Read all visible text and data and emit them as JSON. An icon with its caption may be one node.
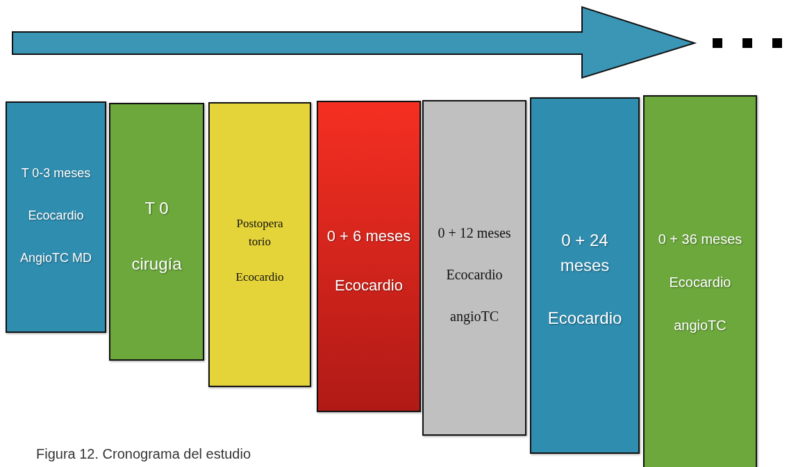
{
  "diagram": {
    "caption": "Figura 12. Cronograma del estudio",
    "nodes": [
      {
        "text": [
          "T 0-3 meses",
          "Ecocardio",
          "AngioTC MD"
        ]
      },
      {
        "text": [
          "T 0",
          "cirugía"
        ]
      },
      {
        "text": [
          "Postopera torio",
          "Ecocardio"
        ]
      },
      {
        "text": [
          "0 + 6 meses",
          "Ecocardio"
        ]
      },
      {
        "text": [
          "0 + 12 meses",
          "Ecocardio",
          "angioTC"
        ]
      },
      {
        "text": [
          "0 + 24 meses",
          "Ecocardio"
        ]
      },
      {
        "text": [
          "0 + 36 meses",
          "Ecocardio",
          "angioTC"
        ]
      }
    ],
    "edges": []
  }
}
